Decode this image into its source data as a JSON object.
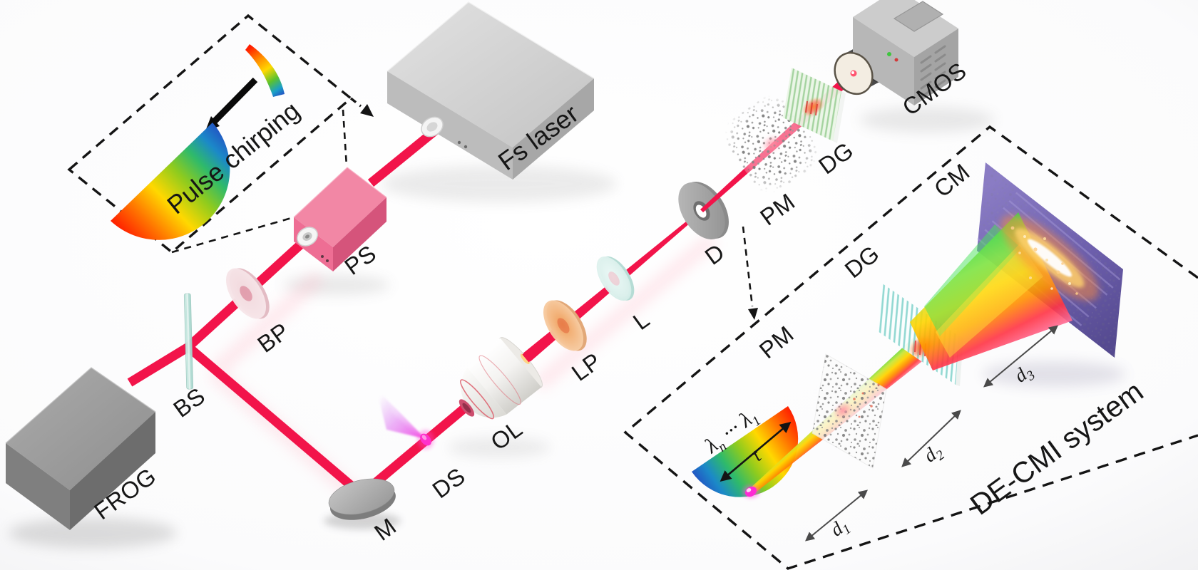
{
  "figure": {
    "colors": {
      "beam": "#f2144a",
      "dashed_line": "#141414",
      "pulse_shaper_pink": "#ee6e94",
      "screen_purple": "#7b6cb8",
      "fluorescence_magenta": "#ff2ad4"
    },
    "components": {
      "fs_laser": "Fs laser",
      "ps": "PS",
      "bp": "BP",
      "bs": "BS",
      "frog": "FROG",
      "mirror": "M",
      "diffuser": "DS",
      "objective": "OL",
      "longpass": "LP",
      "lens": "L",
      "diaphragm": "D",
      "phase_mask": "PM",
      "grating": "DG",
      "camera": "CMOS"
    },
    "chirp_inset": {
      "title": "Pulse chirping"
    },
    "system_inset": {
      "title": "DE-CMI system",
      "phase_mask": "PM",
      "grating": "DG",
      "camera_screen": "CM",
      "pulse_lambda": "λ",
      "pulse_sub_last": "n",
      "pulse_dots": "···",
      "pulse_sub_first": "1",
      "time_axis": "t",
      "distances": [
        {
          "base": "d",
          "sub": "1"
        },
        {
          "base": "d",
          "sub": "2"
        },
        {
          "base": "d",
          "sub": "3"
        }
      ]
    }
  }
}
